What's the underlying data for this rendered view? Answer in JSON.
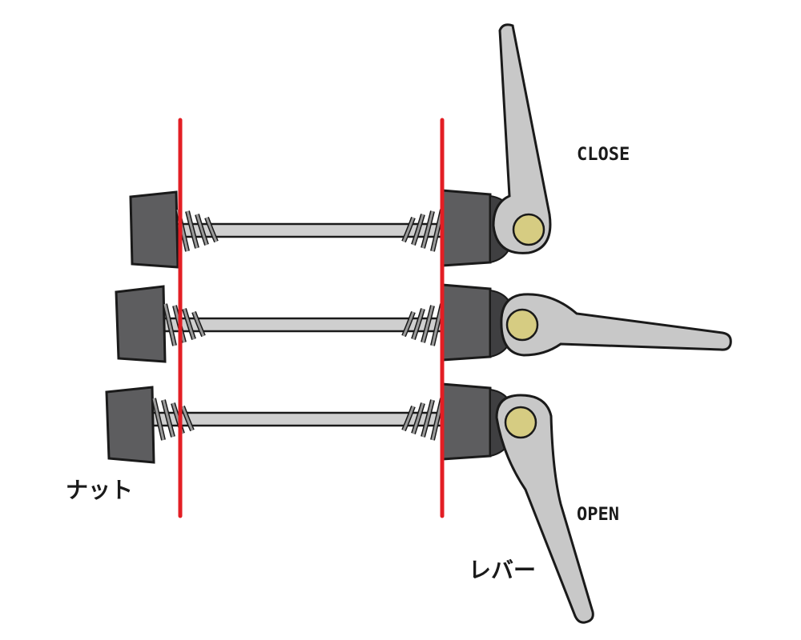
{
  "labels": {
    "close": "CLOSE",
    "open": "OPEN",
    "nut": "ナット",
    "lever": "レバー"
  },
  "colors": {
    "dropout_line": "#e31e24",
    "nut_body": "#5d5d5f",
    "rod": "#cfcfcf",
    "spring": "#9a9a9a",
    "lever": "#c8c8c8",
    "cam_pin": "#d6cc82",
    "outline": "#1a1a1a"
  },
  "skewers": [
    {
      "position": "close"
    },
    {
      "position": "mid"
    },
    {
      "position": "open"
    }
  ]
}
